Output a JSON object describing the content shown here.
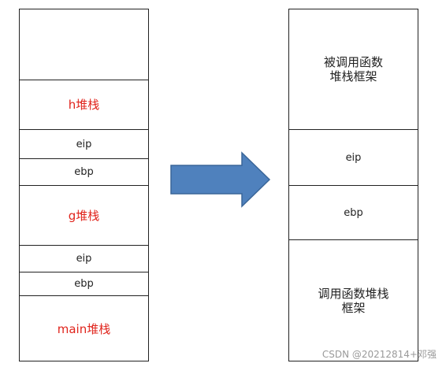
{
  "left_stack": {
    "cells": [
      {
        "label": ""
      },
      {
        "label": "h堆栈"
      },
      {
        "label": "eip"
      },
      {
        "label": "ebp"
      },
      {
        "label": "g堆栈"
      },
      {
        "label": "eip"
      },
      {
        "label": "ebp"
      },
      {
        "label": "main堆栈"
      }
    ]
  },
  "right_stack": {
    "cells": [
      {
        "label": "被调用函数\n堆栈框架"
      },
      {
        "label": "eip"
      },
      {
        "label": "ebp"
      },
      {
        "label": "调用函数堆栈\n框架"
      }
    ]
  },
  "colors": {
    "frame_label": "#e0241c",
    "arrow_fill": "#4f81bd",
    "arrow_stroke": "#3a6699",
    "border": "#222222"
  },
  "watermark": "CSDN @20212814+邓强"
}
